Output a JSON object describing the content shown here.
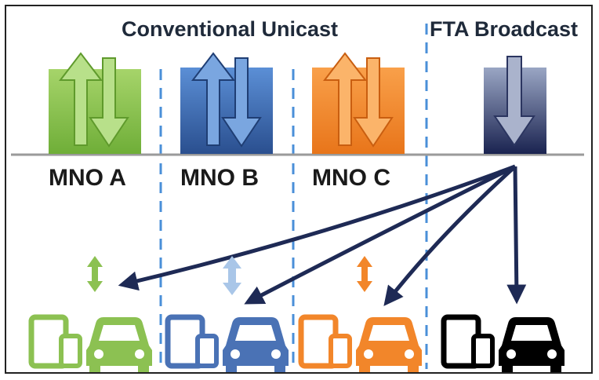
{
  "headers": {
    "unicast": "Conventional Unicast",
    "broadcast": "FTA Broadcast"
  },
  "operators": [
    {
      "label": "MNO A",
      "color": "#8cc152"
    },
    {
      "label": "MNO B",
      "color": "#3f6fb0"
    },
    {
      "label": "MNO C",
      "color": "#f2862a"
    }
  ],
  "broadcast_color": "#1e2a55",
  "terminal_colors": [
    "#8cc152",
    "#4a72b5",
    "#f2862a",
    "#000000"
  ],
  "icons": [
    "bidirectional-arrow-icon",
    "tablet-icon",
    "phone-icon",
    "car-icon",
    "broadcast-arrow-icon"
  ]
}
